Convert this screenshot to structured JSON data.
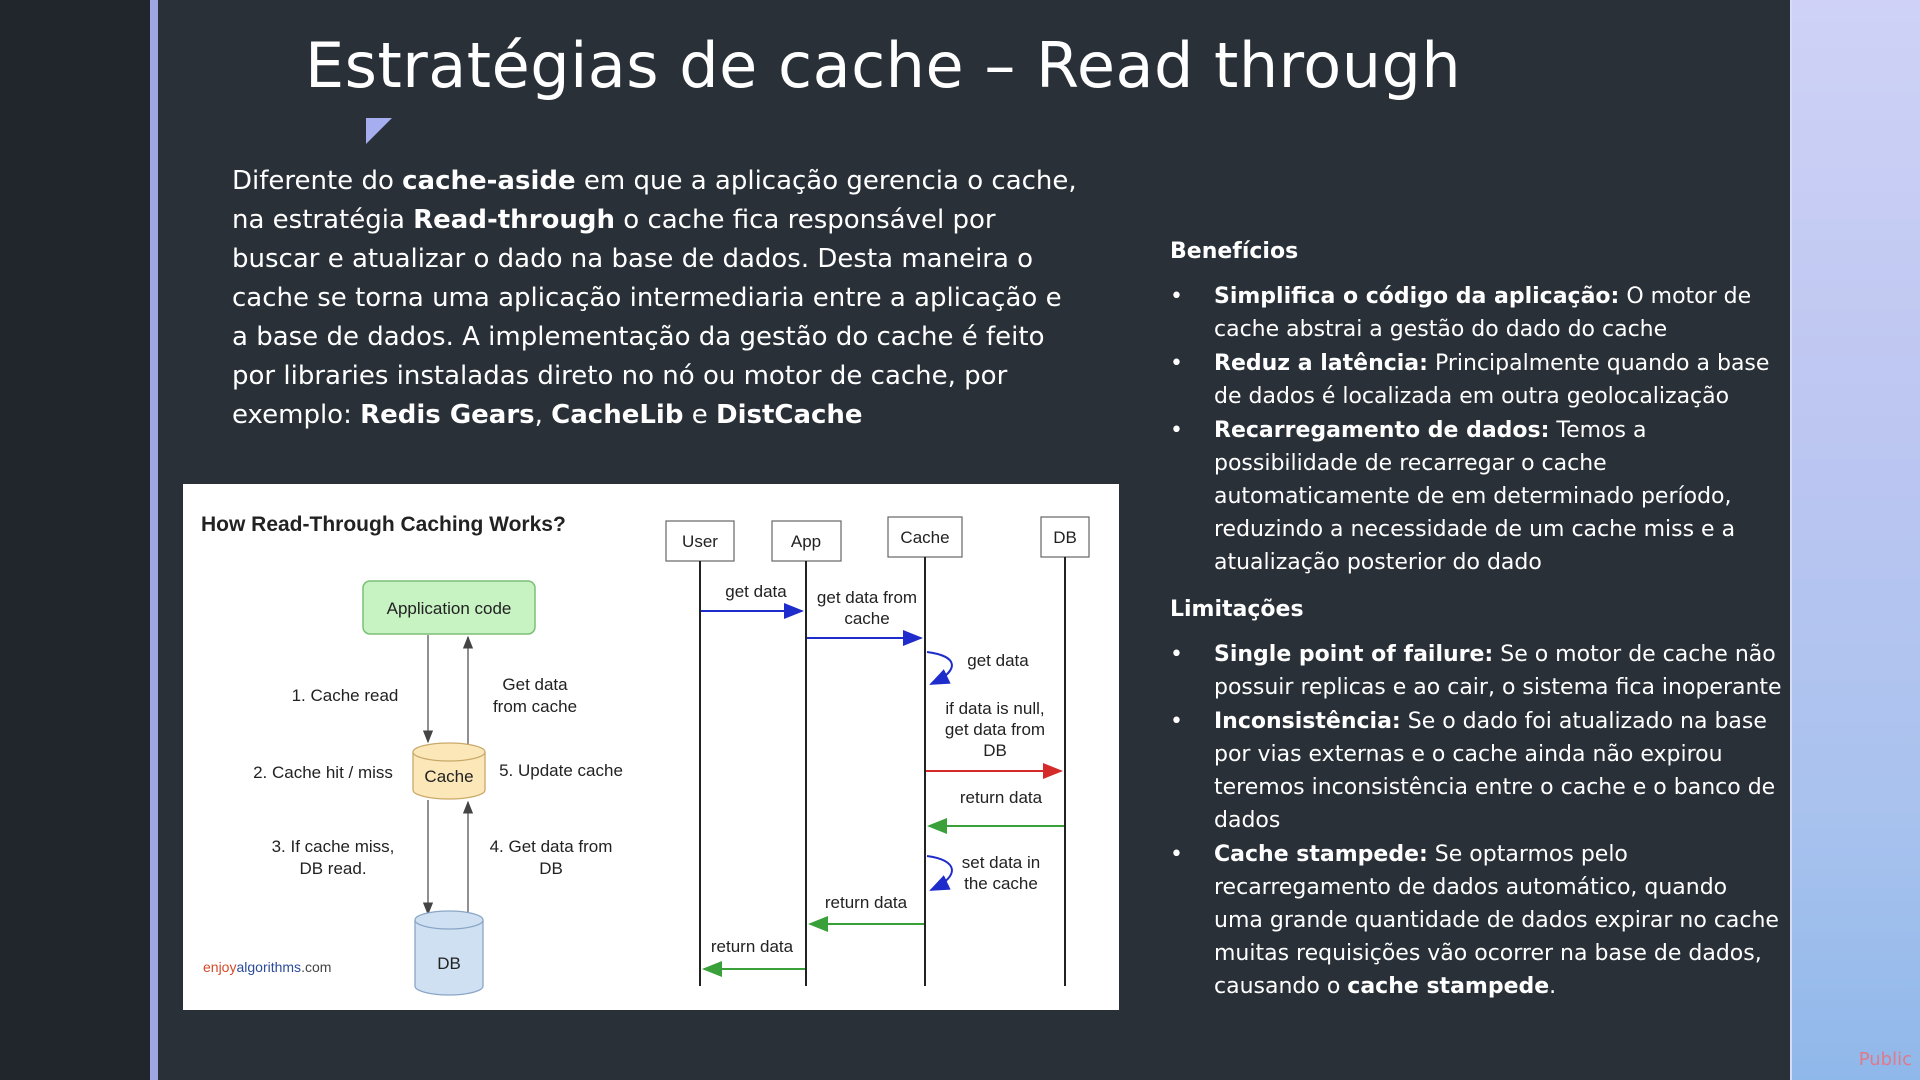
{
  "slide": {
    "title": "Estratégias de cache – Read through",
    "intro": {
      "t1": "Diferente do ",
      "b1": "cache-aside",
      "t2": " em que a aplicação gerencia o cache, na estratégia ",
      "b2": "Read-through",
      "t3": " o cache fica responsável por buscar e atualizar o dado na base de dados. Desta maneira o cache se torna uma aplicação intermediaria entre a aplicação e a base de dados. A implementação da gestão do cache é feito por libraries instaladas direto no nó ou motor de cache, por exemplo: ",
      "b3": "Redis Gears",
      "t4": ", ",
      "b4": "CacheLib",
      "t5": " e ",
      "b5": "DistCache"
    },
    "benefits": {
      "heading": "Benefícios",
      "items": [
        {
          "label": "Simplifica o código da aplicação:",
          "text": " O motor de cache abstrai a gestão do dado do cache"
        },
        {
          "label": "Reduz a latência:",
          "text": " Principalmente quando a base de dados é localizada em outra geolocalização"
        },
        {
          "label": "Recarregamento de dados:",
          "text": " Temos a possibilidade de recarregar o cache automaticamente de em determinado período, reduzindo a necessidade de um cache miss e a atualização posterior do dado"
        }
      ]
    },
    "limitations": {
      "heading": "Limitações",
      "items": [
        {
          "label": "Single point of failure:",
          "text": " Se o motor de cache não possuir replicas e ao cair, o sistema fica inoperante"
        },
        {
          "label": "Inconsistência:",
          "text": " Se o dado foi atualizado na base por vias externas e o cache ainda não expirou teremos inconsistência entre o cache e o banco de dados"
        },
        {
          "label": "Cache stampede:",
          "text": " Se optarmos pelo recarregamento de dados automático, quando uma grande quantidade de dados expirar no cache muitas requisições vão ocorrer na base de dados, causando o ",
          "bold_end": "cache stampede",
          "tail": "."
        }
      ]
    },
    "footer_tag": "Public"
  },
  "diagram": {
    "title": "How Read-Through Caching Works?",
    "app_code": "Application code",
    "cache": "Cache",
    "db": "DB",
    "step1": "1. Cache read",
    "get_from_cache_1": "Get data",
    "get_from_cache_2": "from cache",
    "step2": "2. Cache hit / miss",
    "step5": "5. Update cache",
    "step3_1": "3. If cache miss,",
    "step3_2": "DB read.",
    "step4_1": "4. Get data from",
    "step4_2": "DB",
    "brand_1": "enjoy",
    "brand_2": "algorithms",
    "brand_3": ".com",
    "lanes": [
      "User",
      "App",
      "Cache",
      "DB"
    ],
    "msgs": {
      "get_data": "get data",
      "gdfc_1": "get data from",
      "gdfc_2": "cache",
      "self_get": "get data",
      "null_1": "if data is null,",
      "null_2": "get data from",
      "null_3": "DB",
      "ret_db": "return data",
      "set_1": "set data in",
      "set_2": "the cache",
      "ret_cache": "return data",
      "ret_app": "return data"
    },
    "colors": {
      "blue": "#1f2ccc",
      "red": "#d42a2a",
      "green": "#3aa03a",
      "app_fill": "#c7f2c2",
      "cache_fill": "#fbe7b8",
      "db_fill": "#cfe0f3"
    }
  }
}
